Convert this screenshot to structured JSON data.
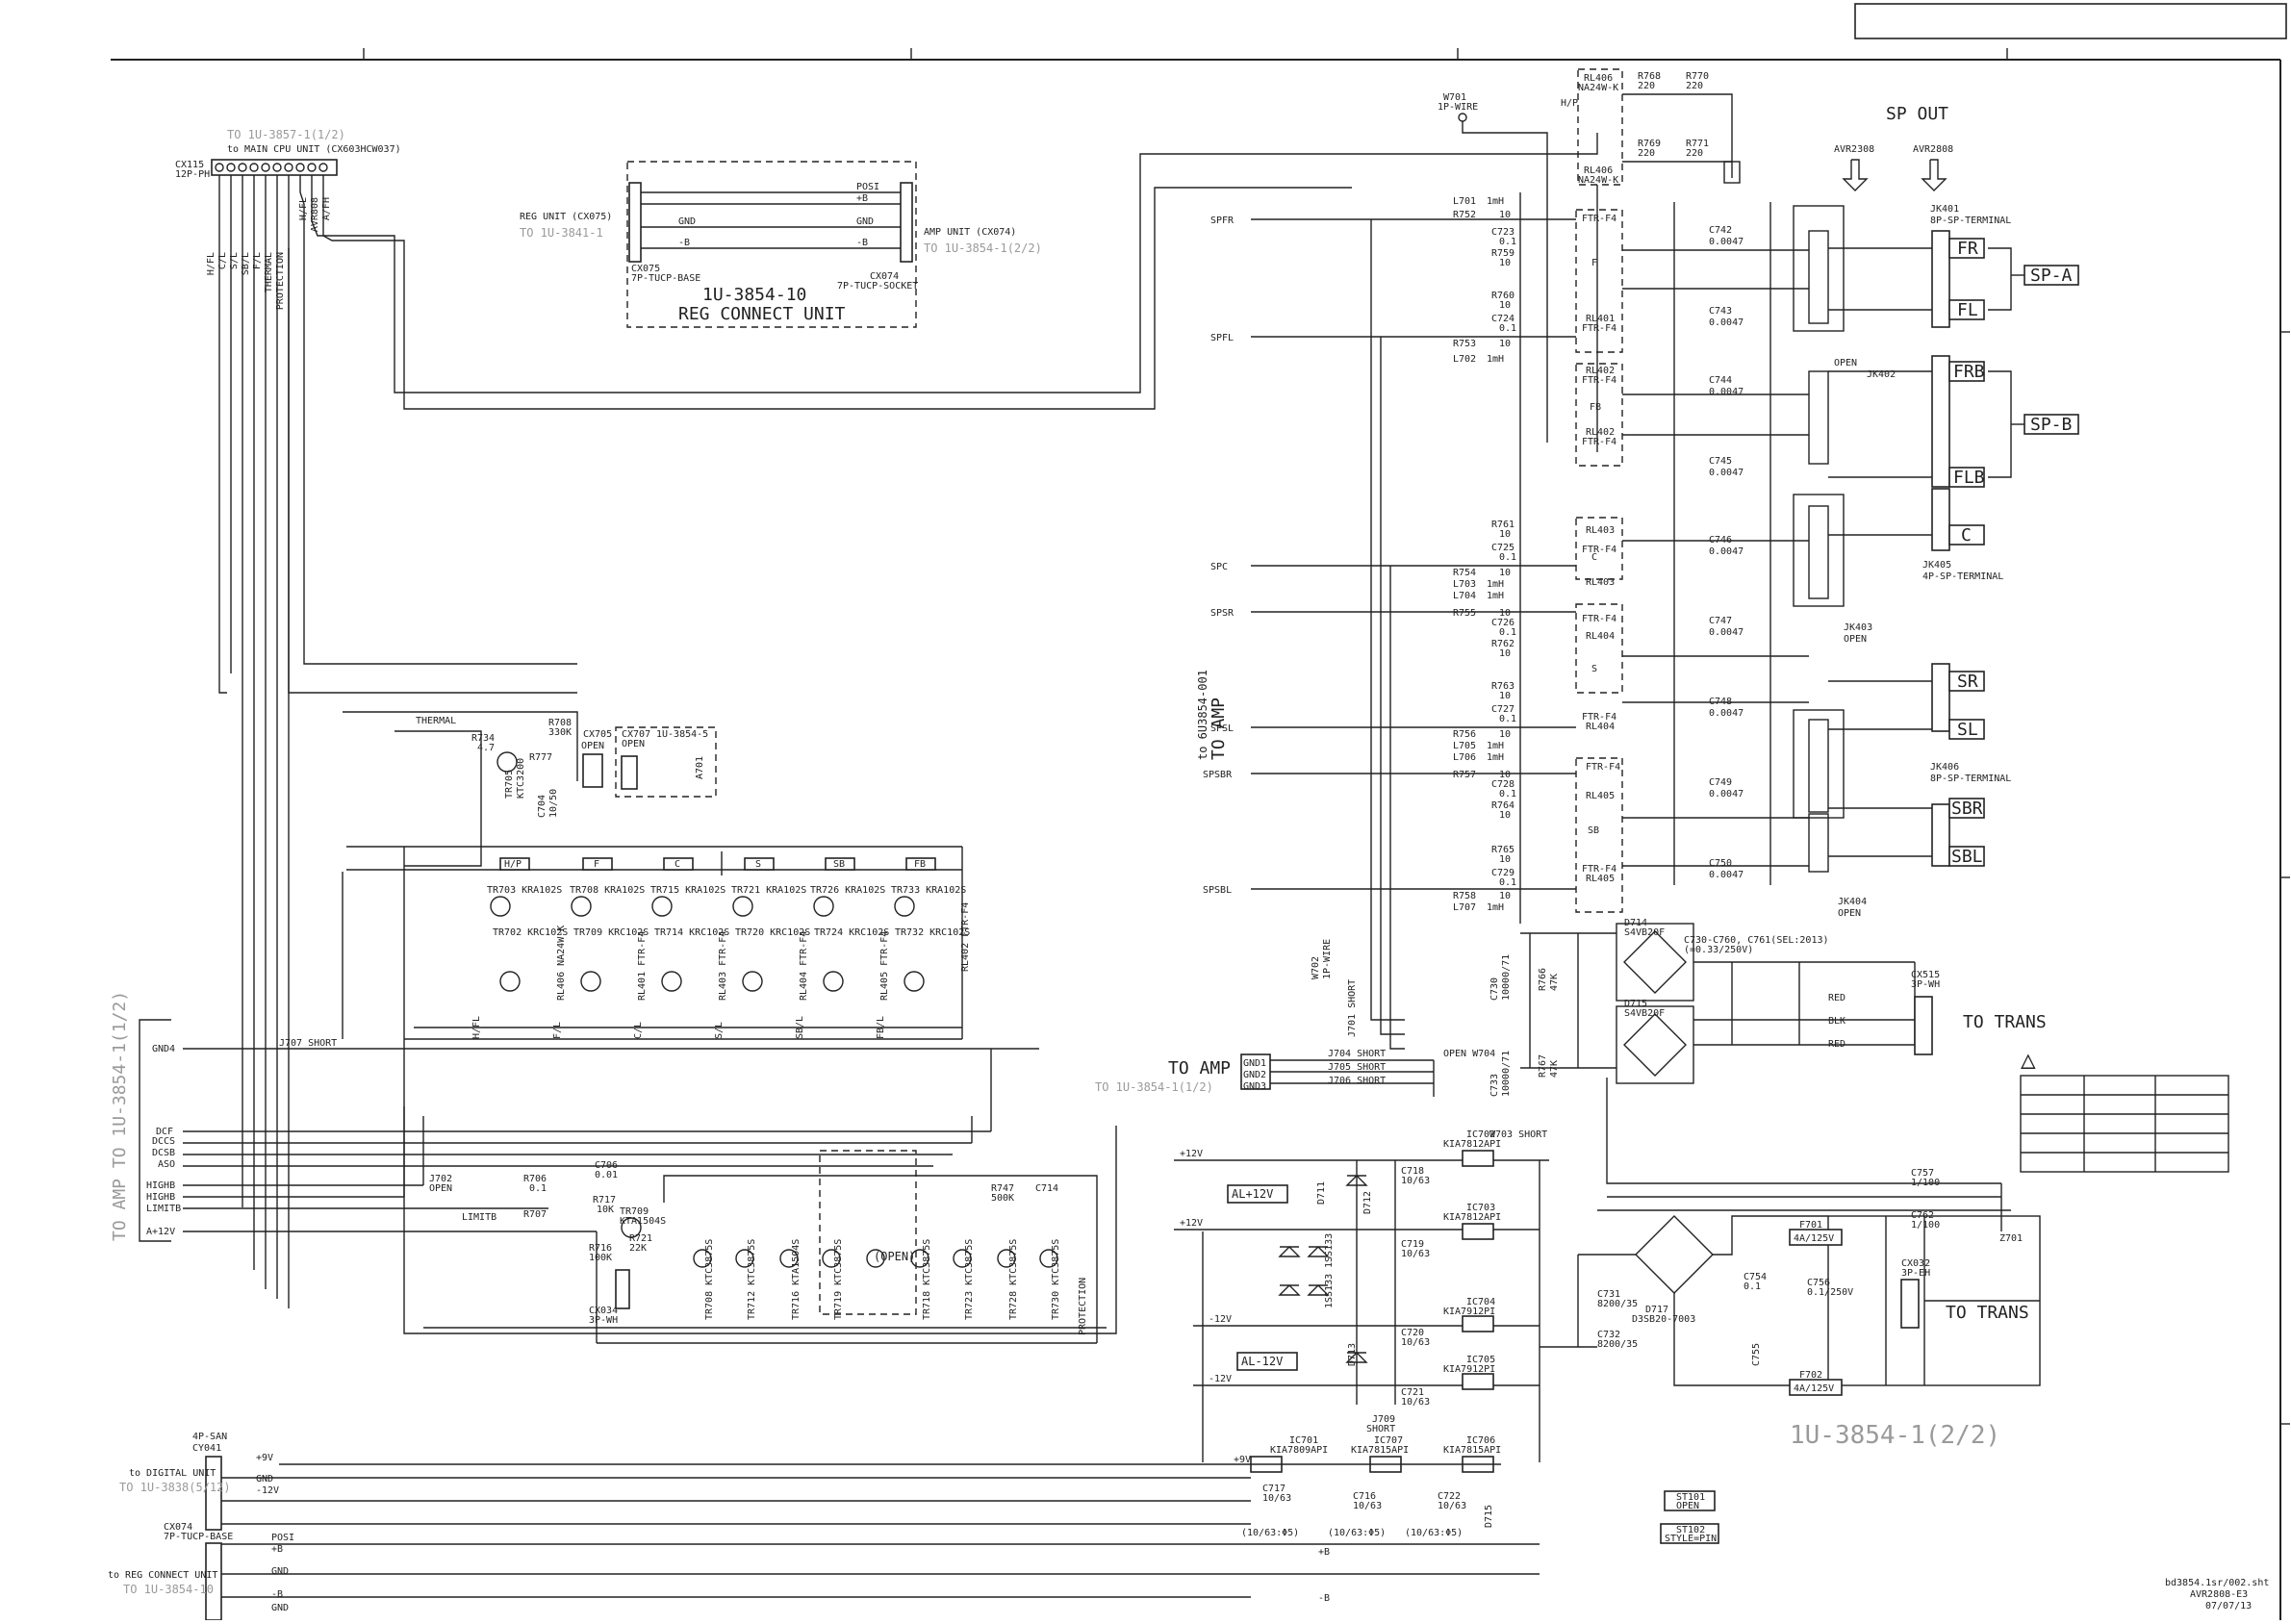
{
  "title_box_text": "",
  "sp_out": {
    "title": "SP OUT",
    "avr2308": "AVR2308",
    "avr2808": "AVR2808",
    "jk401": "JK401",
    "jk401_type": "8P-SP-TERMINAL",
    "jk402": "JK402",
    "jk405": "JK405",
    "jk405_type": "4P-SP-TERMINAL",
    "jk403": "JK403",
    "jk406": "JK406",
    "jk406_type": "8P-SP-TERMINAL",
    "jk404": "JK404",
    "open": "OPEN",
    "labels": [
      "FR",
      "FL",
      "FRB",
      "FLB",
      "C",
      "SR",
      "SL",
      "SBR",
      "SBL"
    ],
    "group_a": "SP-A",
    "group_b": "SP-B"
  },
  "left_top": {
    "to_cpu": "TO 1U-3857-1(1/2)",
    "to_main_cpu": "to MAIN CPU UNIT (CX603HCW037)",
    "cx115": "CX115",
    "cx115_type": "12P-PH",
    "pins": [
      "H/FL",
      "C/L",
      "S/L",
      "SB/L",
      "F/L",
      "THERMAL",
      "PROTECTION",
      "H/FL",
      "AVR808",
      "A/FH"
    ]
  },
  "reg_unit": {
    "reg_cx": "REG UNIT (CX075)",
    "to_reg": "TO 1U-3841-1",
    "amp_cx": "AMP UNIT (CX074)",
    "to_amp": "TO 1U-3854-1(2/2)",
    "cx075": "CX075",
    "cx075_type": "7P-TUCP-BASE",
    "cx074": "CX074",
    "cx074_type": "7P-TUCP-SOCKET",
    "board": "1U-3854-10",
    "board_name": "REG CONNECT UNIT",
    "posi": "POSI",
    "p8": "+B",
    "gnd": "GND",
    "m8": "-B"
  },
  "relay": {
    "rl406": "RL406",
    "rl406_part": "NA24W-K",
    "hp": "H/P",
    "w701": "W701",
    "w701_type": "1P-WIRE",
    "r768": "R768",
    "r770": "R770",
    "r769": "R769",
    "r771": "R771",
    "v220": "220"
  },
  "output_network": {
    "channels": [
      "SPFR",
      "SPFL",
      "SPC",
      "SPSR",
      "SPSL",
      "SPSBR",
      "SPSBL"
    ],
    "l701": "L701",
    "l702": "L702",
    "l703": "L703",
    "l704": "L704",
    "l705": "L705",
    "l706": "L706",
    "l707": "L707",
    "v1mh": "1mH",
    "r752": "R752",
    "r753": "R753",
    "r754": "R754",
    "r755": "R755",
    "r756": "R756",
    "r757": "R757",
    "r758": "R758",
    "r759": "R759",
    "r760": "R760",
    "r761": "R761",
    "r762": "R762",
    "r763": "R763",
    "r764": "R764",
    "r765": "R765",
    "c723": "C723",
    "c724": "C724",
    "c725": "C725",
    "c726": "C726",
    "c727": "C727",
    "c728": "C728",
    "c729": "C729",
    "v10": "10",
    "v01": "0.1",
    "ftr": "FTR-F4",
    "rl401": "RL401",
    "rl402": "RL402",
    "rl403": "RL403",
    "rl404": "RL404",
    "rl405": "RL405",
    "ch_f": "F",
    "ch_fb": "FB",
    "ch_c": "C",
    "ch_s": "S",
    "ch_sb": "SB",
    "c742": "C742",
    "c743": "C743",
    "c744": "C744",
    "c745": "C745",
    "c746": "C746",
    "c747": "C747",
    "c748": "C748",
    "c749": "C749",
    "c750": "C750",
    "v0047": "0.0047",
    "caps_open": "OPEN",
    "to_amp_vert": "TO AMP",
    "to_amp_sub": "to 6U3854-001"
  },
  "relay_driver": {
    "thermal": "THERMAL",
    "r734": "R734",
    "v47": "4.7",
    "r708": "R708",
    "v330k": "330K",
    "tr705": "TR705",
    "ktc3200": "KTC3200",
    "c704": "C704",
    "v1050": "10/50",
    "r777": "R777",
    "cx705": "CX705",
    "cx707": "CX707",
    "open": "OPEN",
    "cx707_to": "1U-3854-5",
    "a701": "A701",
    "blocks": [
      "H/P",
      "F",
      "C",
      "S",
      "SB",
      "FB"
    ],
    "tr_top": [
      "TR703 KRA102S",
      "TR708 KRA102S",
      "TR715 KRA102S",
      "TR721 KRA102S",
      "TR726 KRA102S",
      "TR733 KRA102S"
    ],
    "tr_bot": [
      "TR702 KRC102S",
      "TR709 KRC102S",
      "TR714 KRC102S",
      "TR720 KRC102S",
      "TR724 KRC102S",
      "TR732 KRC102S"
    ],
    "rl_names": [
      "RL406 NA24W-K",
      "RL401 FTR-F4",
      "RL403 FTR-F4",
      "RL404 FTR-F4",
      "RL405 FTR-F4",
      "RL402 FTR-F4"
    ],
    "bottom_pins": [
      "H/FL",
      "F/L",
      "C/L",
      "S/L",
      "SB/L",
      "FB/L"
    ]
  },
  "left_bus": {
    "to_amp": "TO AMP TO 1U-3854-1(1/2)",
    "signals": [
      "GND4",
      "DCF",
      "DCCS",
      "DCSB",
      "ASO",
      "HIGHB",
      "HIGHB",
      "LIMITB",
      "A+12V"
    ],
    "j707": "J707 SHORT"
  },
  "limiter": {
    "j702": "J702",
    "open": "OPEN",
    "limitb": "LIMITB",
    "r706": "R706",
    "v01": "0.1",
    "r707": "R707",
    "c706": "C706",
    "c706v": "0.01",
    "r717": "R717",
    "v10k": "10K",
    "tr709": "TR709",
    "kta1504s": "KTA1504S",
    "r716": "R716",
    "v100k": "100K",
    "r721": "R721",
    "v22k": "22K",
    "cx034": "CX034",
    "cx034_type": "3P-WH",
    "open_box": "(OPEN)",
    "parts": [
      "TR708 KTC3875S",
      "TR712 KTC3875S",
      "TR716 KTA1504S",
      "TR719 KTC3875S",
      "TR718 KTC3875S",
      "TR723 KTC3875S",
      "TR728 KTC3875S",
      "TR730 KTC3875S"
    ],
    "r747": "R747",
    "v500k": "500K",
    "c714": "C714",
    "v0.1": "0.1",
    "protection": "PROTECTION"
  },
  "power": {
    "ic702": "IC702",
    "ic702_part": "KIA7812API",
    "ic703": "IC703",
    "ic703_part": "KIA7812API",
    "ic704": "IC704",
    "ic704_part": "KIA7912PI",
    "ic705": "IC705",
    "ic705_part": "KIA7912PI",
    "ic701": "IC701",
    "ic701_part": "KIA7809API",
    "ic707": "IC707",
    "ic707_part": "KIA7815API",
    "ic706": "IC706",
    "ic706_part": "KIA7815API",
    "p12": "+12V",
    "m12": "-12V",
    "p9": "+9V",
    "p8": "+B",
    "m8": "-B",
    "al_p12": "AL+12V",
    "al_m12": "AL-12V",
    "c718": "C718",
    "c719": "C719",
    "c720": "C720",
    "c721": "C721",
    "c722": "C722",
    "c716": "C716",
    "c717": "C717",
    "v1063": "10/63",
    "v1063_5": "(10/63:Φ5)",
    "d711": "D711",
    "d712": "D712",
    "d713": "D713",
    "d714": "D714",
    "d715": "D715",
    "j709": "J709",
    "short": "SHORT",
    "iss133": "1SS133"
  },
  "rectifier": {
    "d714": "D714",
    "d714_part": "S4VB20F",
    "d715": "D715",
    "d715_part": "S4VB20F",
    "note": "C730-C760, C761(SEL:2013)",
    "note2": "(=0.33/250V)",
    "c730": "C730",
    "c730v": "10000/71",
    "c733": "C733",
    "c733v": "10000/71",
    "r766": "R766",
    "r767": "R767",
    "v47k": "47K",
    "cx515": "CX515",
    "cx515_type": "3P-WH",
    "to_trans": "TO TRANS",
    "red": "RED",
    "blk": "BLK",
    "to_amp": "TO AMP",
    "to_amp_sub": "TO 1U-3854-1(1/2)",
    "gnds": [
      "GND1",
      "GND2",
      "GND3"
    ],
    "j704": "J704 SHORT",
    "j705": "J705 SHORT",
    "j706": "J706 SHORT",
    "j701": "J701 SHORT",
    "w702": "W702",
    "w702_type": "1P-WIRE",
    "open_w704": "OPEN W704",
    "w703": "W703 SHORT"
  },
  "trans2": {
    "c757": "C757",
    "c757v": "1/100",
    "c762": "C762",
    "c762v": "1/100",
    "c731": "C731",
    "c731v": "8200/35",
    "c732": "C732",
    "c732v": "8200/35",
    "d717": "D717",
    "d717_part": "D3SB20-7003",
    "c754": "C754",
    "c754v": "0.1",
    "c756": "C756",
    "c756v": "0.1/250V",
    "c755": "C755",
    "f701": "F701",
    "f702": "F702",
    "f_val": "4A/125V",
    "cx032": "CX032",
    "cx032_type": "3P-EH",
    "to_trans": "TO TRANS",
    "z701": "Z701"
  },
  "digital": {
    "cy041": "CY041",
    "cy041_type": "4P-SAN",
    "to_digital": "to DIGITAL UNIT",
    "to_1u": "TO 1U-3838(5/12)",
    "p9": "+9V",
    "gnd": "GND",
    "m12": "-12V"
  },
  "regconn": {
    "cx074": "CX074",
    "cx074_type": "7P-TUCP-BASE",
    "to_reg": "to REG CONNECT UNIT",
    "to_1u": "TO 1U-3854-10",
    "posi": "POSI",
    "p8": "+B",
    "gnd": "GND",
    "m8": "-B"
  },
  "board_title": "1U-3854-1(2/2)",
  "st101": "ST101",
  "st101_t": "OPEN",
  "st102": "ST102",
  "st102_t": "STYLE=PIN",
  "footer": {
    "file": "bd3854.1sr/002.sht",
    "model": "AVR2808-E3",
    "date": "07/07/13"
  },
  "caution_symbol": "△"
}
